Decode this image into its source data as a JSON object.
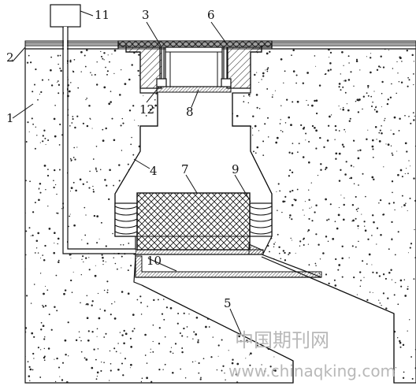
{
  "labels": {
    "l1": "1",
    "l2": "2",
    "l3": "3",
    "l4": "4",
    "l5": "5",
    "l6": "6",
    "l7": "7",
    "l8": "8",
    "l9": "9",
    "l10": "10",
    "l11": "11",
    "l12": "12"
  },
  "watermark": {
    "cn": "中国期刊网",
    "url": "www.chinaqking.com"
  },
  "colors": {
    "line": "#111111",
    "speckle": "#222222",
    "watermark": "#b8b8b8"
  }
}
